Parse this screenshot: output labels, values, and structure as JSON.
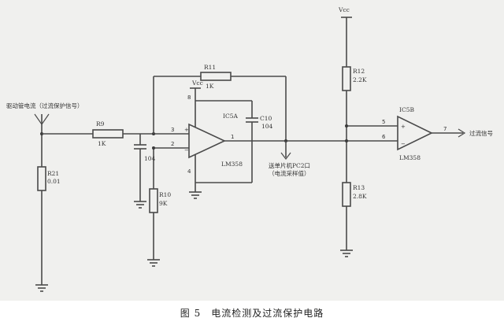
{
  "caption": "图 5　电流检测及过流保护电路",
  "labels": {
    "input_signal": "驱动管电流（过流保护信号）",
    "r9": "R9",
    "r9_value": "1K",
    "r21": "R21",
    "r21_value": "0.01",
    "r11": "R11",
    "r11_value": "1K",
    "r10": "R10",
    "r10_value": "9K",
    "c_104": "104",
    "c10": "C10",
    "c10_value": "104",
    "vcc_1": "Vcc",
    "vcc_2": "Vcc",
    "ic5a": "IC5A",
    "lm358_a": "LM358",
    "ic5b": "IC5B",
    "lm358_b": "LM358",
    "adc_line1": "送单片机PC2口",
    "adc_line2": "（电流采样值）",
    "r12": "R12",
    "r12_value": "2.2K",
    "r13": "R13",
    "r13_value": "2.8K",
    "out": "过流信号"
  },
  "pins": {
    "a_plus": "3",
    "a_minus": "2",
    "a_out": "1",
    "a_vcc": "8",
    "a_gnd": "4",
    "b_plus": "5",
    "b_minus": "6",
    "b_out": "7"
  }
}
